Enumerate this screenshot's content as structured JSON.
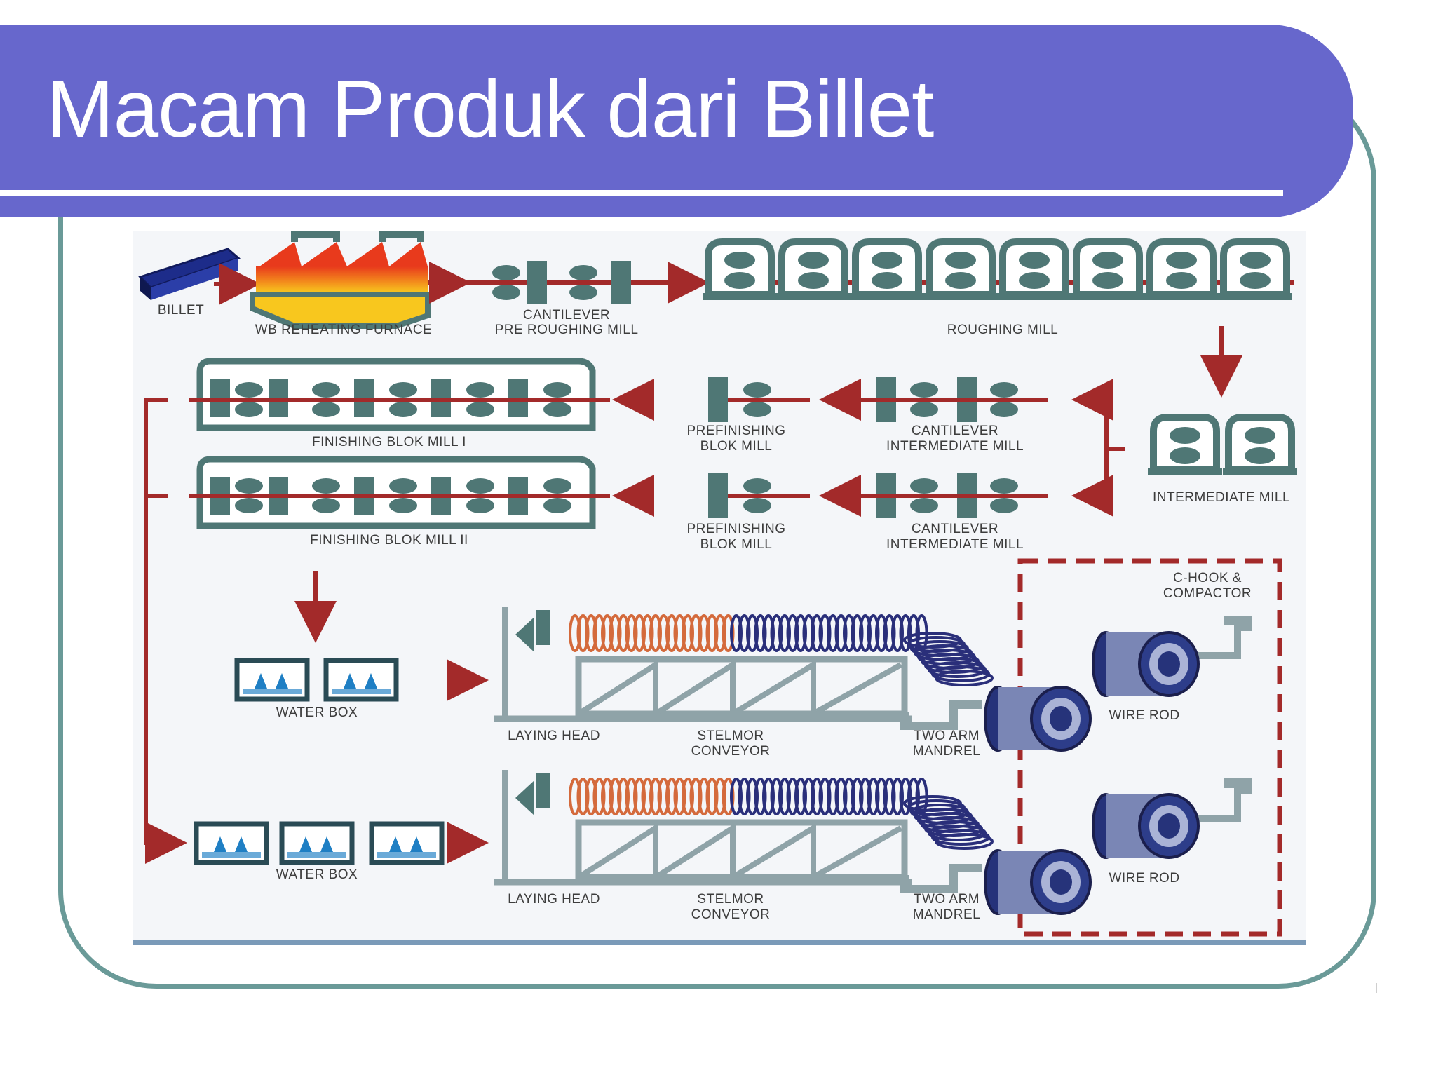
{
  "slide": {
    "title": "Macam Produk dari Billet"
  },
  "diagram": {
    "billet": "BILLET",
    "furnace": "WB REHEATING FURNACE",
    "cantilever_pre_1": "CANTILEVER",
    "cantilever_pre_2": "PRE ROUGHING MILL",
    "roughing_mill": "ROUGHING MILL",
    "intermediate_mill": "INTERMEDIATE MILL",
    "finishing_1": "FINISHING BLOK MILL I",
    "finishing_2": "FINISHING BLOK MILL II",
    "prefinishing_1a": "PREFINISHING",
    "prefinishing_1b": "BLOK MILL",
    "prefinishing_2a": "PREFINISHING",
    "prefinishing_2b": "BLOK MILL",
    "cant_int_1a": "CANTILEVER",
    "cant_int_1b": "INTERMEDIATE MILL",
    "cant_int_2a": "CANTILEVER",
    "cant_int_2b": "INTERMEDIATE MILL",
    "water_box_1": "WATER BOX",
    "water_box_2": "WATER BOX",
    "laying_head_1": "LAYING HEAD",
    "laying_head_2": "LAYING HEAD",
    "stelmor_1a": "STELMOR",
    "stelmor_1b": "CONVEYOR",
    "stelmor_2a": "STELMOR",
    "stelmor_2b": "CONVEYOR",
    "mandrel_1a": "TWO ARM",
    "mandrel_1b": "MANDREL",
    "mandrel_2a": "TWO ARM",
    "mandrel_2b": "MANDREL",
    "chook_a": "C-HOOK &",
    "chook_b": "COMPACTOR",
    "wire_rod_1": "WIRE ROD",
    "wire_rod_2": "WIRE ROD"
  },
  "colors": {
    "title_bar": "#6767cc",
    "frame": "#6a9a98",
    "flow_line": "#a32a2a",
    "machine": "#4f7775",
    "coil_hot": "#d46a3c",
    "coil_cool": "#2a2f7a"
  }
}
